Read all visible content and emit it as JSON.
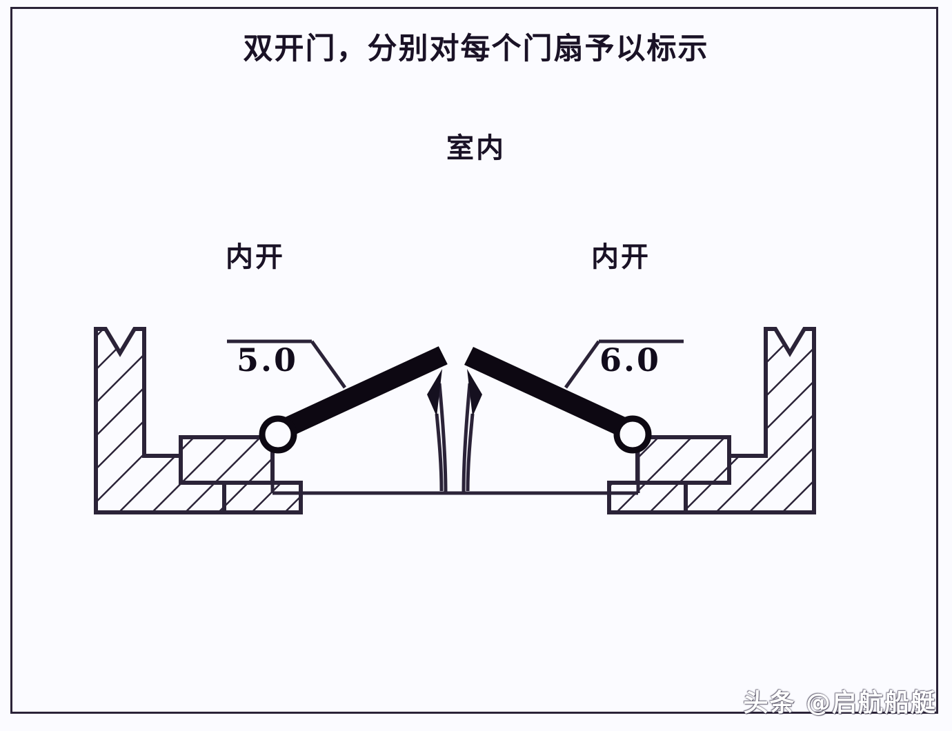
{
  "document": {
    "title": "双开门，分别对每个门扇予以标示",
    "subtitle": "室内"
  },
  "labels": {
    "left_swing": "内开",
    "right_swing": "内开"
  },
  "dimensions": {
    "left_value": "5.0",
    "right_value": "6.0"
  },
  "watermark": {
    "text": "头条 @启航船艇"
  },
  "colors": {
    "ink": "#1a1226",
    "line": "#2b2338",
    "leaf_fill": "#0d0812",
    "background": "#fbfbff",
    "hatch": "#2b2338"
  },
  "diagram": {
    "type": "section-drawing",
    "description": "双开门水平剖面图：左右门框（剖面线填充），两扇内开门扇与铰链，中间对开缝处引出箭头",
    "elements": [
      {
        "name": "left-door-jamb",
        "kind": "hatched-section"
      },
      {
        "name": "right-door-jamb",
        "kind": "hatched-section"
      },
      {
        "name": "left-door-leaf",
        "kind": "solid-bar",
        "swing": "inward"
      },
      {
        "name": "right-door-leaf",
        "kind": "solid-bar",
        "swing": "inward"
      },
      {
        "name": "left-hinge-pivot",
        "kind": "circle"
      },
      {
        "name": "right-hinge-pivot",
        "kind": "circle"
      },
      {
        "name": "left-leader-line",
        "kind": "leader",
        "points_to": "left-door-leaf"
      },
      {
        "name": "right-leader-line",
        "kind": "leader",
        "points_to": "right-door-leaf"
      },
      {
        "name": "left-meeting-arrow",
        "kind": "arrow"
      },
      {
        "name": "right-meeting-arrow",
        "kind": "arrow"
      },
      {
        "name": "threshold-sill",
        "kind": "line"
      }
    ]
  }
}
